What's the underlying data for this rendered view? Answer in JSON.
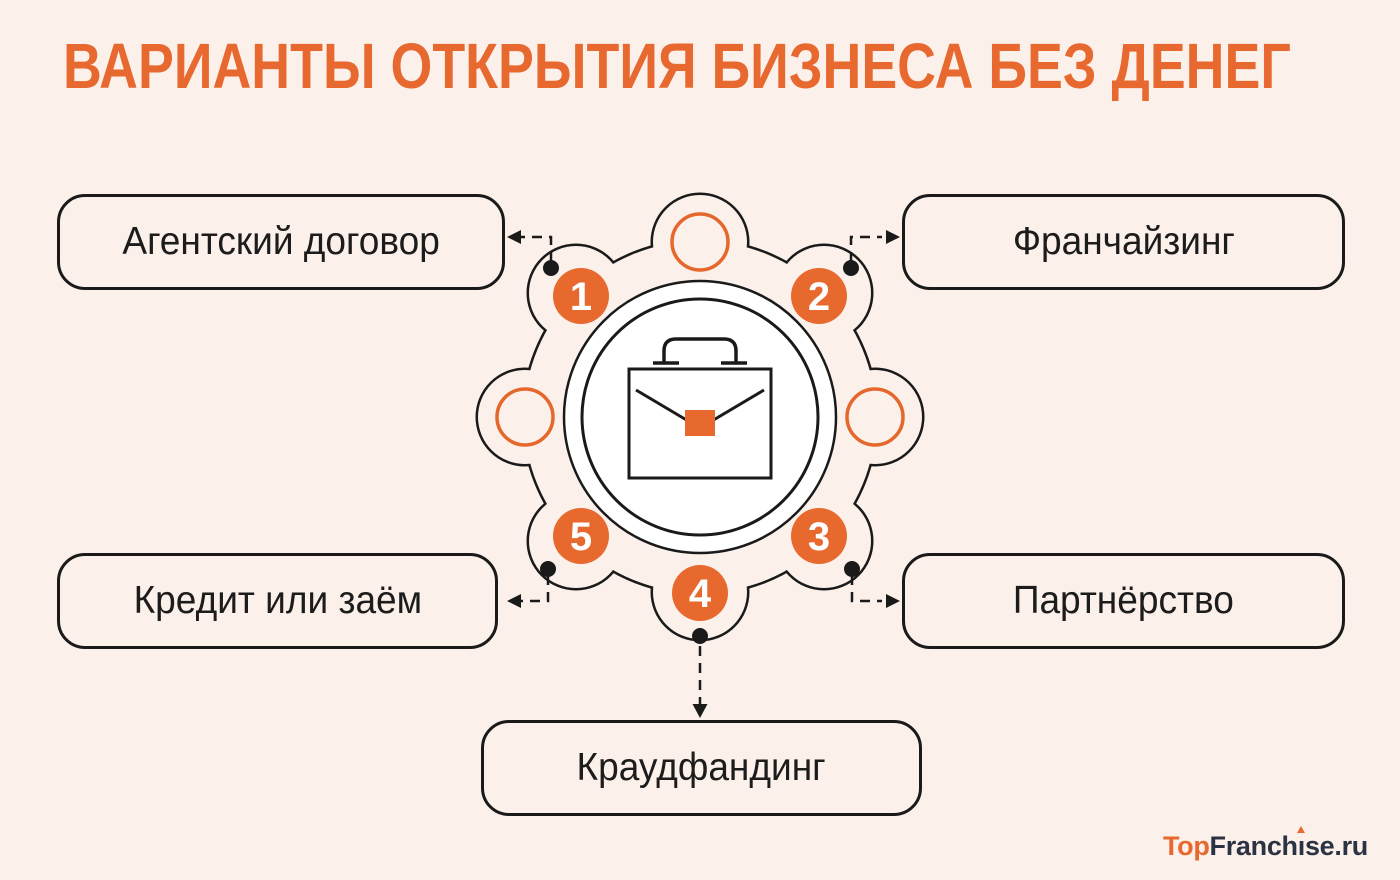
{
  "title": "ВАРИАНТЫ ОТКРЫТИЯ БИЗНЕСА БЕЗ ДЕНЕГ",
  "colors": {
    "background": "#fbf0ea",
    "accent_orange": "#e7692e",
    "title_orange": "#e8692f",
    "line_black": "#1a1a1a",
    "logo_dark": "#2b3342",
    "box_text": "#1c1c1c"
  },
  "center": {
    "icon": "briefcase-icon",
    "shape": "gear-with-8-lobes",
    "empty_hole_positions": [
      "top",
      "left",
      "right"
    ]
  },
  "options": [
    {
      "number": "1",
      "label": "Агентский договор",
      "position": "top-left"
    },
    {
      "number": "2",
      "label": "Франчайзинг",
      "position": "top-right"
    },
    {
      "number": "3",
      "label": "Партнёрство",
      "position": "bottom-right"
    },
    {
      "number": "4",
      "label": "Краудфандинг",
      "position": "bottom"
    },
    {
      "number": "5",
      "label": "Кредит или заём",
      "position": "bottom-left"
    }
  ],
  "logo": {
    "full": "TopFranchise.ru",
    "part_top": "Top",
    "part_franch": "Franch",
    "part_i": "ı",
    "part_rest": "se.ru"
  }
}
